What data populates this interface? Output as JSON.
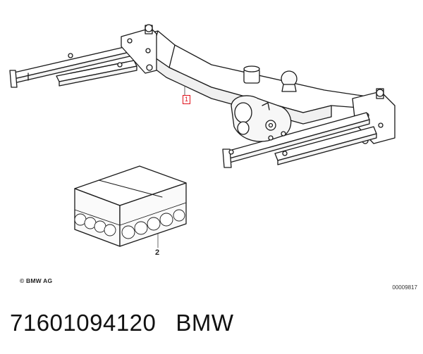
{
  "diagram": {
    "callouts": [
      {
        "id": "1",
        "label": "1",
        "color": "#e0101a"
      },
      {
        "id": "2",
        "label": "2"
      }
    ],
    "copyright": "© BMW AG",
    "drawing_number": "00009817"
  },
  "footer": {
    "part_number": "71601094120",
    "brand": "BMW"
  }
}
